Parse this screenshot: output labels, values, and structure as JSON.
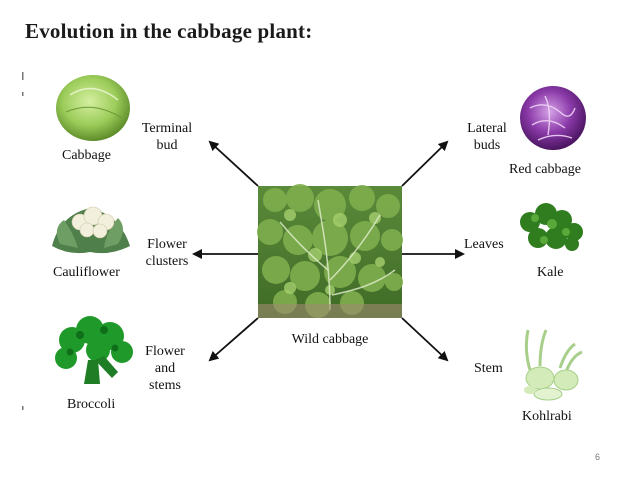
{
  "title": "Evolution in the cabbage plant:",
  "center": {
    "label": "Wild cabbage"
  },
  "derived": [
    {
      "plant": "Cabbage",
      "part": [
        "Terminal",
        "bud"
      ]
    },
    {
      "plant": "Cauliflower",
      "part": [
        "Flower",
        "clusters"
      ]
    },
    {
      "plant": "Broccoli",
      "part": [
        "Flower",
        "and",
        "stems"
      ]
    },
    {
      "plant": "Red cabbage",
      "part": [
        "Lateral",
        "buds"
      ]
    },
    {
      "plant": "Kale",
      "part": [
        "Leaves"
      ]
    },
    {
      "plant": "Kohlrabi",
      "part": [
        "Stem"
      ]
    }
  ],
  "page_number": "6"
}
